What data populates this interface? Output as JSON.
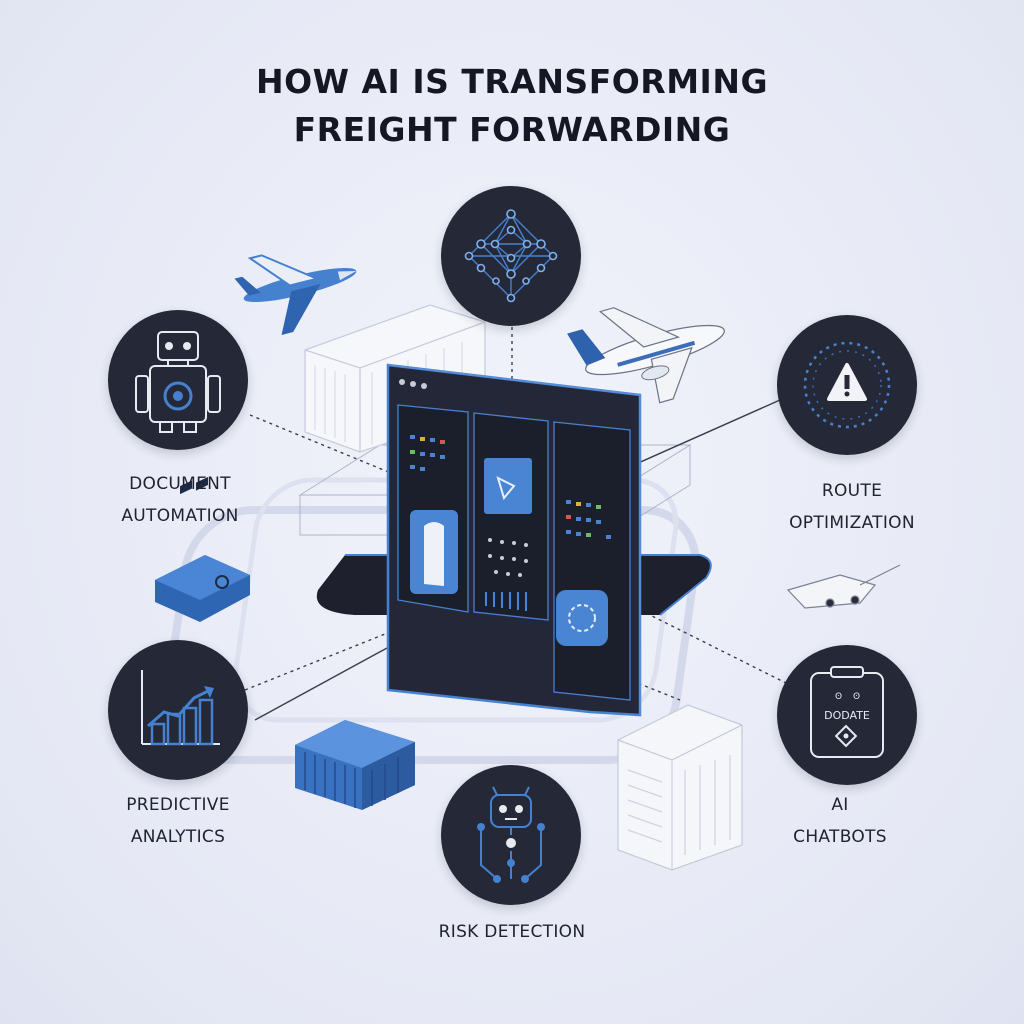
{
  "title": {
    "line1": "HOW AI IS TRANSFORMING",
    "line2": "FREIGHT FORWARDING"
  },
  "labels": {
    "document_automation": [
      "DOCUMENT",
      "AUTOMATION"
    ],
    "route_optimization": [
      "ROUTE",
      "OPTIMIZATION"
    ],
    "predictive_analytics": [
      "PREDICTIVE",
      "ANALYTICS"
    ],
    "ai_chatbots": [
      "AI",
      "CHATBOTS"
    ],
    "risk_detection": [
      "RISK DETECTION"
    ]
  },
  "chatbot_screen_text": "DODATE",
  "colors": {
    "circle_bg": "#252837",
    "accent_blue": "#3f7fd0",
    "background": "#e6e9f5",
    "text": "#151824"
  },
  "icons": [
    "neural-network-icon",
    "robot-icon",
    "warning-icon",
    "bar-chart-icon",
    "clipboard-icon",
    "robot-head-icon"
  ]
}
